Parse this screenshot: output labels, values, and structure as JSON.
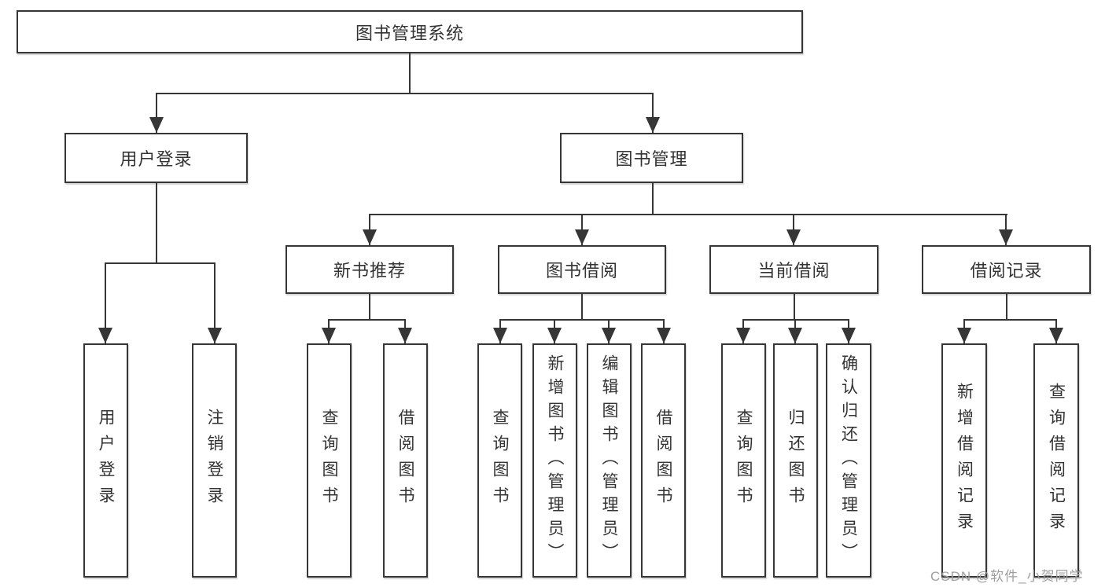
{
  "diagram": {
    "title": "图书管理系统",
    "level2": [
      {
        "label": "用户登录"
      },
      {
        "label": "图书管理"
      }
    ],
    "level3": [
      {
        "label": "新书推荐",
        "parent": "图书管理"
      },
      {
        "label": "图书借阅",
        "parent": "图书管理"
      },
      {
        "label": "当前借阅",
        "parent": "图书管理"
      },
      {
        "label": "借阅记录",
        "parent": "图书管理"
      }
    ],
    "leaves": [
      {
        "parent": "用户登录",
        "label": "用户登录"
      },
      {
        "parent": "用户登录",
        "label": "注销登录"
      },
      {
        "parent": "新书推荐",
        "label": "查询图书"
      },
      {
        "parent": "新书推荐",
        "label": "借阅图书"
      },
      {
        "parent": "图书借阅",
        "label": "查询图书"
      },
      {
        "parent": "图书借阅",
        "label": "新增图书（管理员）"
      },
      {
        "parent": "图书借阅",
        "label": "编辑图书（管理员）"
      },
      {
        "parent": "图书借阅",
        "label": "借阅图书"
      },
      {
        "parent": "当前借阅",
        "label": "查询图书"
      },
      {
        "parent": "当前借阅",
        "label": "归还图书"
      },
      {
        "parent": "当前借阅",
        "label": "确认归还（管理员）"
      },
      {
        "parent": "借阅记录",
        "label": "新增借阅记录"
      },
      {
        "parent": "借阅记录",
        "label": "查询借阅记录"
      }
    ],
    "watermark": "CSDN @软件_小贺同学",
    "colors": {
      "line": "#363636",
      "text": "#333333",
      "watermark": "#9e9e9e",
      "background": "#ffffff"
    }
  }
}
